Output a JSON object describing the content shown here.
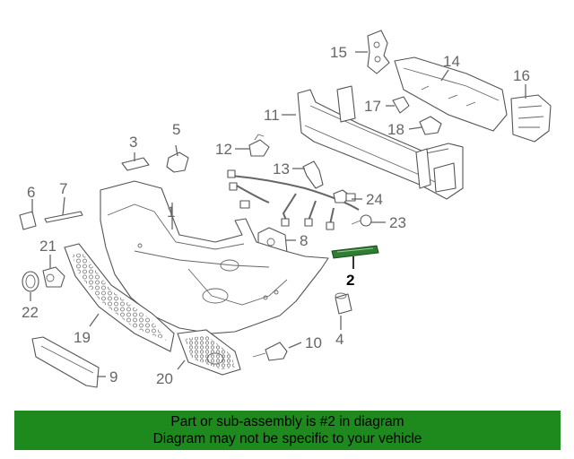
{
  "diagram": {
    "highlighted_callout": "2",
    "highlight_color": "#2e7d32",
    "callouts": [
      "1",
      "2",
      "3",
      "4",
      "5",
      "6",
      "7",
      "8",
      "9",
      "10",
      "11",
      "12",
      "13",
      "14",
      "15",
      "16",
      "17",
      "18",
      "19",
      "20",
      "21",
      "22",
      "23",
      "24"
    ]
  },
  "banner": {
    "background": "#1e8a1e",
    "line1": "Part or sub-assembly is #2 in diagram",
    "line2": "Diagram may not be specific to your vehicle"
  }
}
